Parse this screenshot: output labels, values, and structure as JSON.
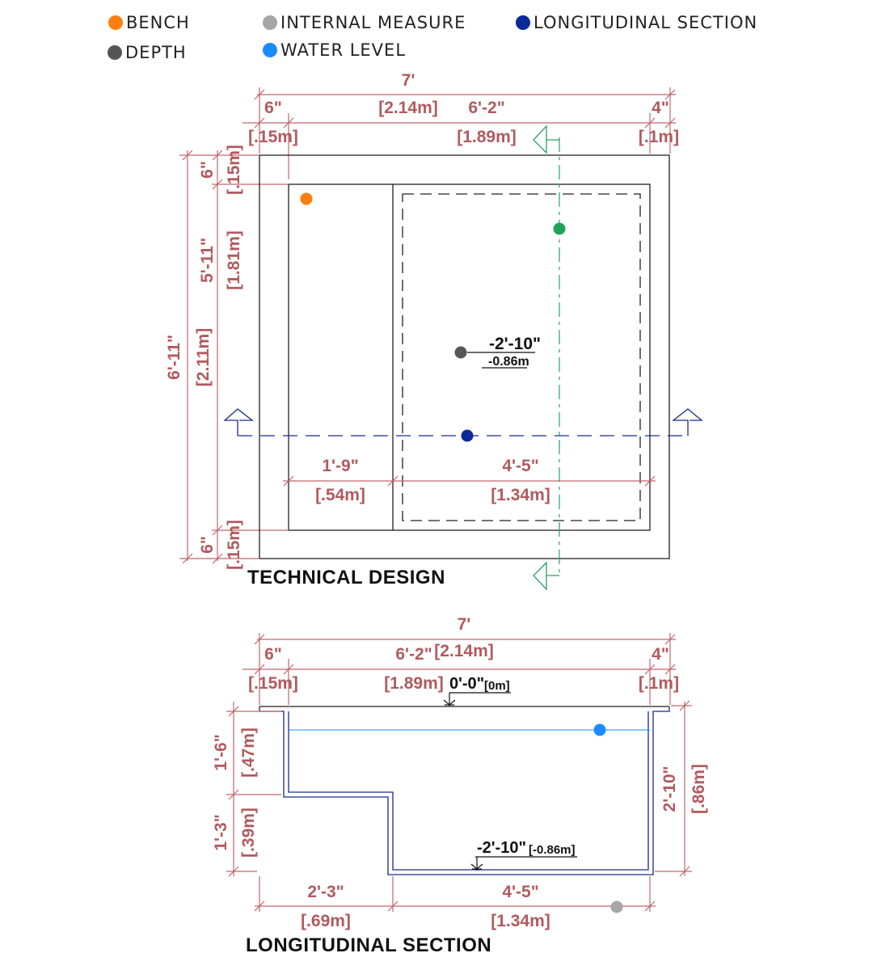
{
  "legend": {
    "bench": {
      "label": "BENCH",
      "color": "#ff7f0e"
    },
    "depth": {
      "label": "DEPTH",
      "color": "#555555"
    },
    "internal_measure": {
      "label": "INTERNAL MEASURE",
      "color": "#a6a6a6"
    },
    "water_level": {
      "label": "WATER LEVEL",
      "color": "#1a8cff"
    },
    "longitudinal_section": {
      "label": "LONGITUDINAL SECTION",
      "color": "#0b2a9a"
    },
    "section_marker_color": "#1fa35a"
  },
  "plan": {
    "title": "TECHNICAL DESIGN",
    "overall_width_ft": "7'",
    "overall_width_m": "[2.14m]",
    "left_wall_ft": "6\"",
    "left_wall_m": "[.15m]",
    "pool_width_ft": "6'-2\"",
    "pool_width_m": "[1.89m]",
    "right_wall_ft": "4\"",
    "right_wall_m": "[.1m]",
    "top_wall_ft": "6\"",
    "top_wall_m": "[.15m]",
    "inner_height_ft": "5'-11\"",
    "inner_height_m": "[1.81m]",
    "overall_height_ft": "6'-11\"",
    "overall_height_m": "[2.11m]",
    "bottom_wall_ft": "6\"",
    "bottom_wall_m": "[.15m]",
    "bench_width_ft": "1'-9\"",
    "bench_width_m": "[.54m]",
    "deep_width_ft": "4'-5\"",
    "deep_width_m": "[1.34m]",
    "depth_ft": "-2'-10\"",
    "depth_m": "-0.86m"
  },
  "section": {
    "title": "LONGITUDINAL SECTION",
    "overall_width_ft": "7'",
    "overall_width_m": "[2.14m]",
    "left_wall_ft": "6\"",
    "left_wall_m": "[.15m]",
    "pool_width_ft": "6'-2\"",
    "pool_width_m": "[1.89m]",
    "right_wall_ft": "4\"",
    "right_wall_m": "[.1m]",
    "top_level_ft": "0'-0\"",
    "top_level_m": "[0m]",
    "bench_depth_ft": "1'-6\"",
    "bench_depth_m": "[.47m]",
    "step_depth_ft": "1'-3\"",
    "step_depth_m": "[.39m]",
    "total_depth_ft": "2'-10\"",
    "total_depth_m": "[.86m]",
    "bottom_level_ft": "-2'-10\"",
    "bottom_level_m": "[-0.86m]",
    "bench_length_ft": "2'-3\"",
    "bench_length_m": "[.69m]",
    "deep_length_ft": "4'-5\"",
    "deep_length_m": "[1.34m]"
  }
}
